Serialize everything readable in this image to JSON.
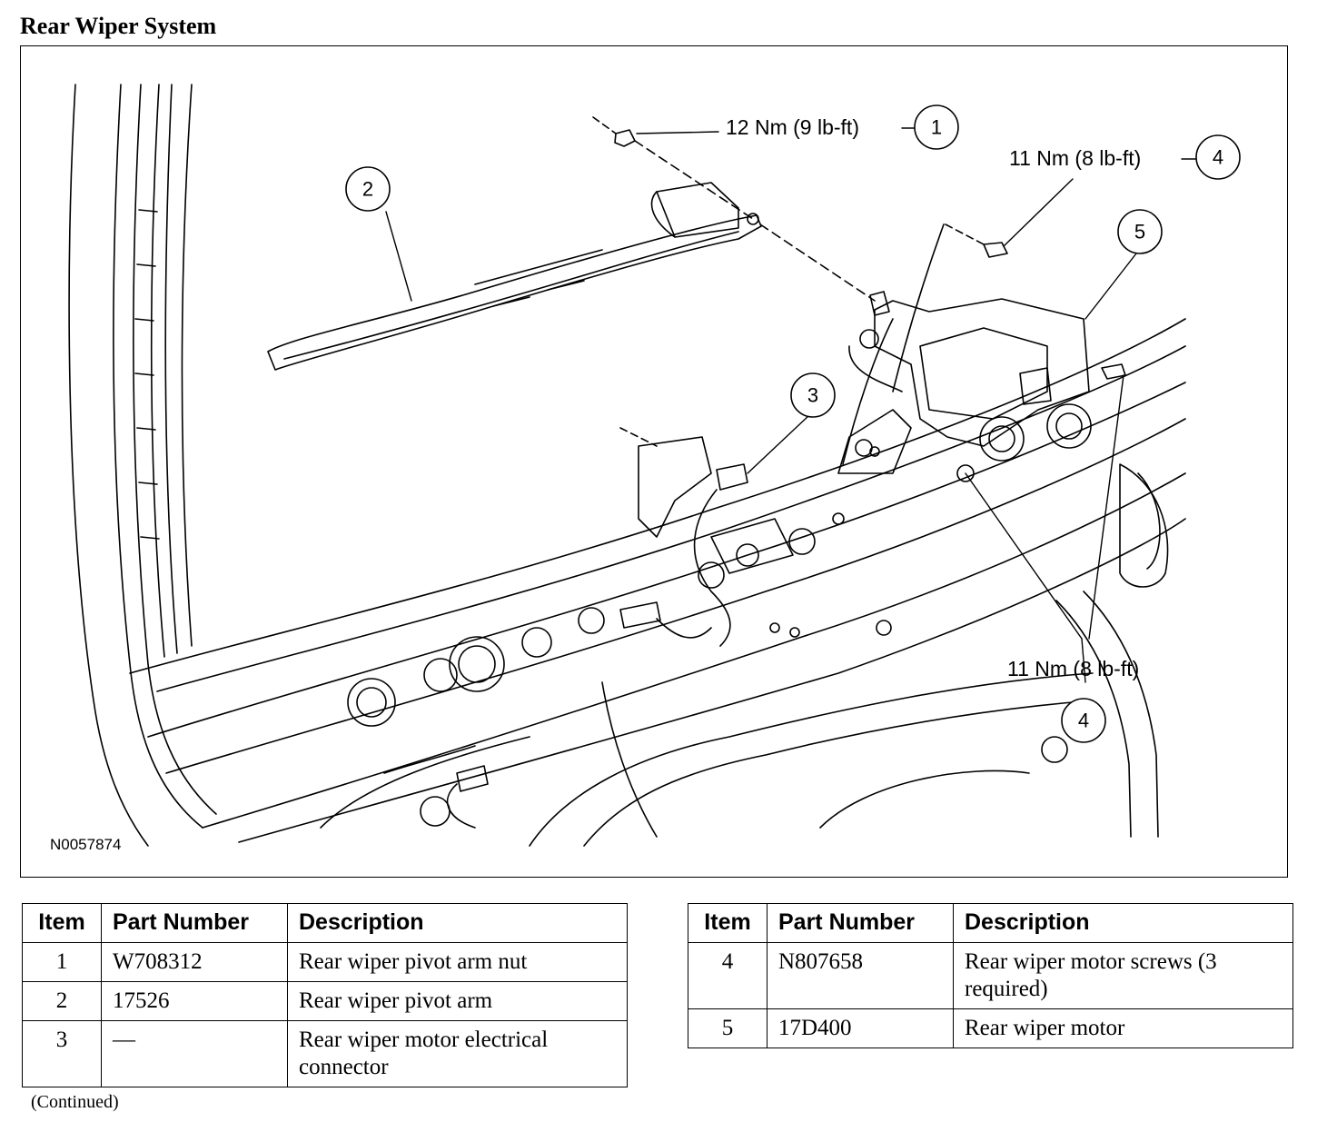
{
  "title": "Rear Wiper System",
  "figure": {
    "id_label": "N0057874",
    "callouts": [
      {
        "num": "1",
        "torque": "12 Nm (9 lb-ft)"
      },
      {
        "num": "2"
      },
      {
        "num": "3"
      },
      {
        "num": "4",
        "torque": "11 Nm (8 lb-ft)"
      },
      {
        "num": "5"
      },
      {
        "num": "4",
        "torque": "11 Nm (8 lb-ft)"
      }
    ]
  },
  "table_headers": {
    "item": "Item",
    "part_number": "Part Number",
    "description": "Description"
  },
  "table_left": [
    {
      "item": "1",
      "part_number": "W708312",
      "description": "Rear wiper pivot arm nut"
    },
    {
      "item": "2",
      "part_number": "17526",
      "description": "Rear wiper pivot arm"
    },
    {
      "item": "3",
      "part_number": "—",
      "description": "Rear wiper motor electrical connector"
    }
  ],
  "table_right": [
    {
      "item": "4",
      "part_number": "N807658",
      "description": "Rear wiper motor screws (3 required)"
    },
    {
      "item": "5",
      "part_number": "17D400",
      "description": "Rear wiper motor"
    }
  ],
  "footnote": "(Continued)"
}
